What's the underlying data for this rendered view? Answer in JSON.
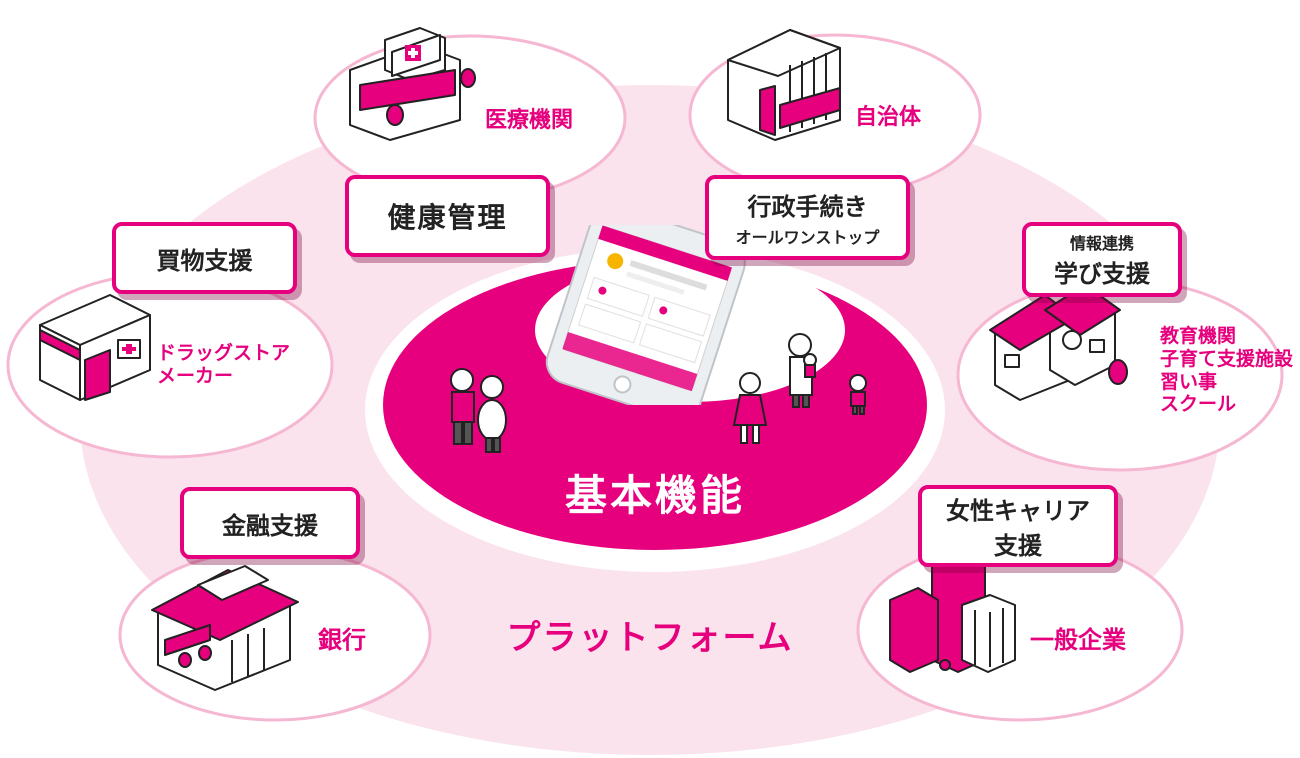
{
  "center": {
    "title": "基本機能",
    "platform": "プラットフォーム"
  },
  "features": {
    "health": "健康管理",
    "admin": "行政手続き",
    "admin_sub": "オールワンストップ",
    "shopping": "買物支援",
    "info_line1": "情報連携",
    "info_line2": "学び支援",
    "finance": "金融支援",
    "career_line1": "女性キャリア",
    "career_line2": "支援"
  },
  "partners": {
    "medical": "医療機関",
    "municipality": "自治体",
    "drugstore": [
      "ドラッグストア",
      "メーカー"
    ],
    "education": [
      "教育機関",
      "子育て支援施設",
      "習い事",
      "スクール"
    ],
    "bank": "銀行",
    "company": "一般企業"
  },
  "colors": {
    "accent": "#e6007e",
    "ring": "#fbe3ee",
    "ellipse_border": "#f5b7d2"
  },
  "icons": [
    "hospital-icon",
    "city-hall-icon",
    "drugstore-icon",
    "school-icon",
    "bank-icon",
    "office-building-icon",
    "smartphone-app-icon",
    "family-figures-icon"
  ]
}
